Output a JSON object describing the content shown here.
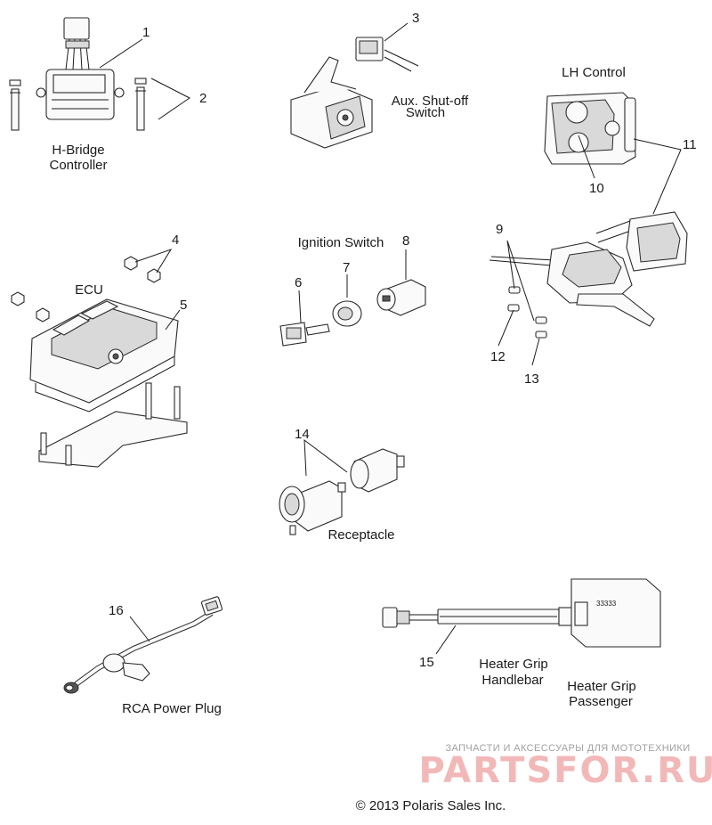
{
  "callouts": [
    "1",
    "2",
    "3",
    "4",
    "5",
    "6",
    "7",
    "8",
    "9",
    "10",
    "11",
    "12",
    "13",
    "14",
    "15",
    "16"
  ],
  "captions": {
    "h_bridge_1": "H-Bridge",
    "h_bridge_2": "Controller",
    "aux_1": "Aux. Shut-off",
    "aux_2": "Switch",
    "lh_control": "LH Control",
    "ecu": "ECU",
    "ignition": "Ignition Switch",
    "receptacle": "Receptacle",
    "rca": "RCA Power Plug",
    "grip_handlebar_1": "Heater Grip",
    "grip_handlebar_2": "Handlebar",
    "grip_passenger_1": "Heater Grip",
    "grip_passenger_2": "Passenger"
  },
  "grip_marking": "33333",
  "watermark": {
    "tagline": "ЗАПЧАСТИ И АКСЕССУАРЫ ДЛЯ МОТОТЕХНИКИ",
    "brand": "PARTSFOR.RU"
  },
  "copyright": "© 2013 Polaris Sales Inc."
}
